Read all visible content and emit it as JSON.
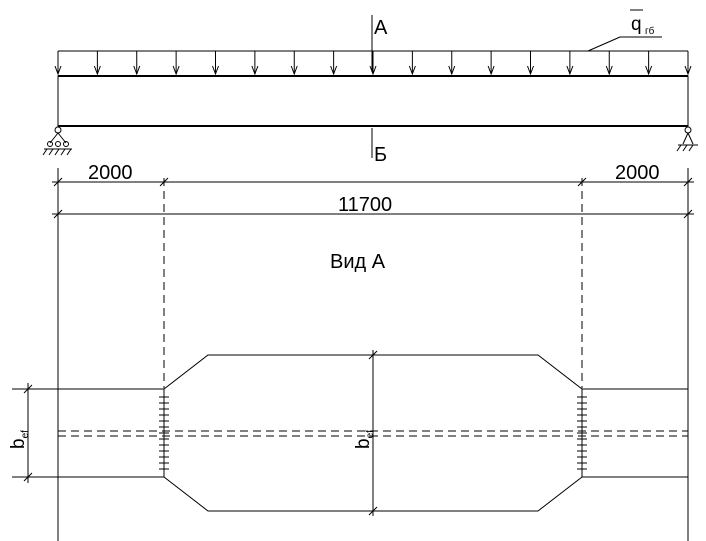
{
  "labels": {
    "section_top": "А",
    "section_bottom": "Б",
    "load_symbol": "q",
    "load_subscript": "гб",
    "view_title": "Вид А",
    "bef_left_main": "b",
    "bef_left_sub": "ef",
    "bef_center_main": "b",
    "bef_center_sub": "ef"
  },
  "dimensions": {
    "left_span": "2000",
    "right_span": "2000",
    "total_span": "11700"
  }
}
